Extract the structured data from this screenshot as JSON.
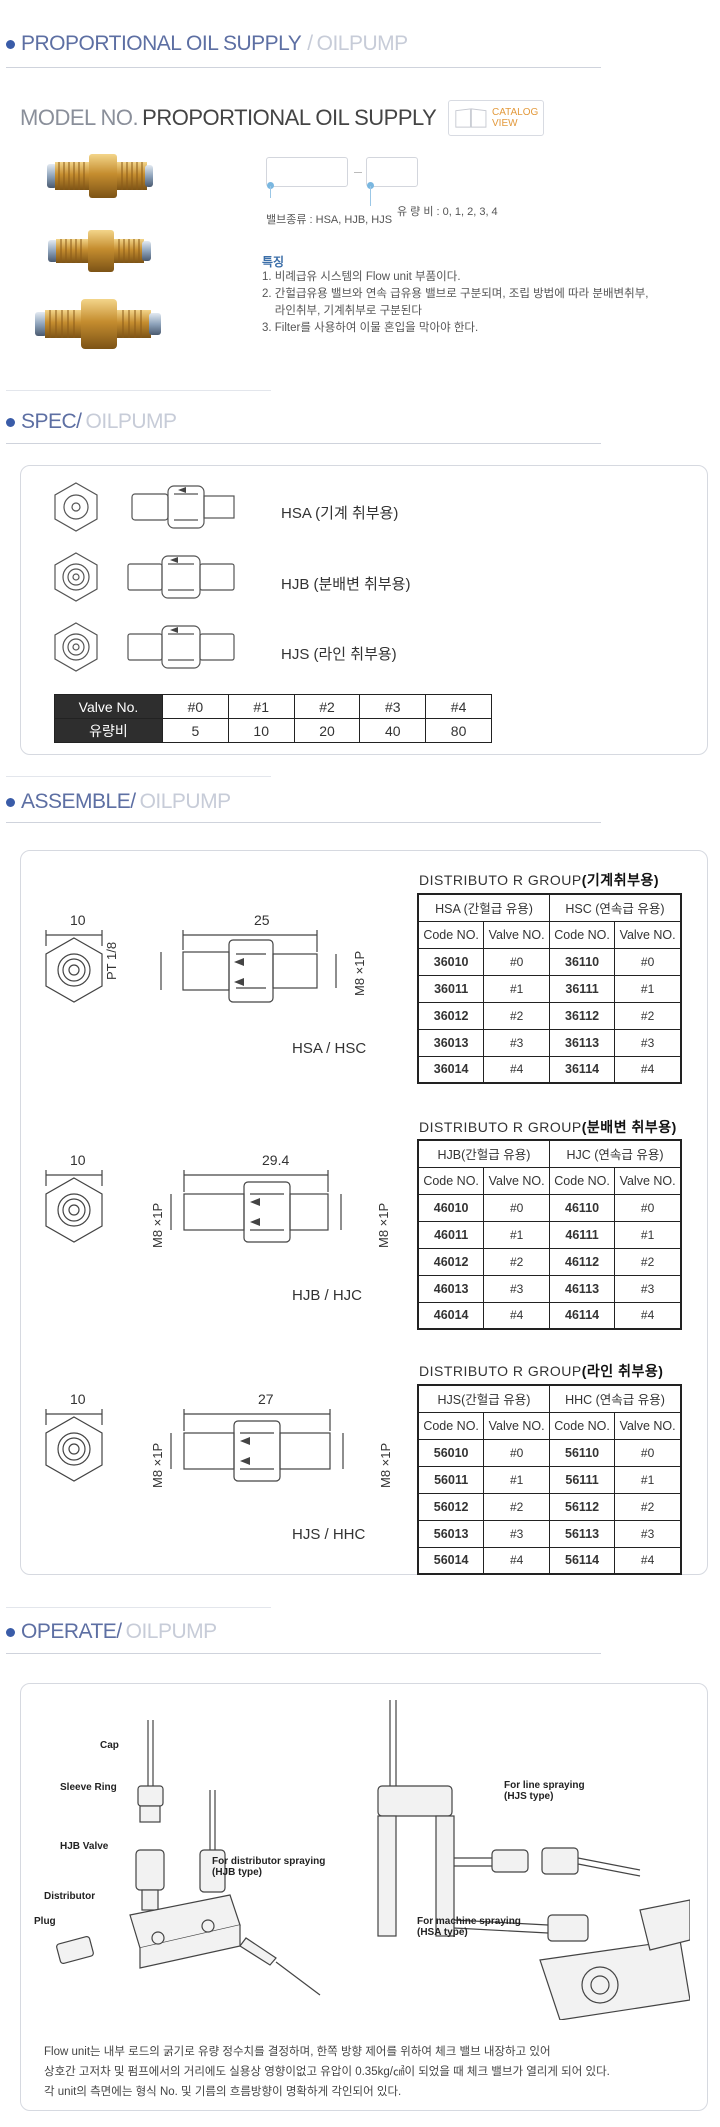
{
  "header": {
    "title_main": "PROPORTIONAL OIL SUPPLY",
    "title_sep": "/",
    "title_sub": "OILPUMP"
  },
  "model": {
    "label": "MODEL NO.",
    "value": "PROPORTIONAL OIL SUPPLY",
    "catalog_line1": "CATALOG",
    "catalog_line2": "VIEW"
  },
  "code_legend": {
    "flow_ratio": "유 량 비 : 0, 1, 2, 3, 4",
    "valve_types": "밸브종류 : HSA, HJB, HJS"
  },
  "features": {
    "title": "특징",
    "items": [
      "1. 비례급유 시스템의 Flow unit 부품이다.",
      "2. 간헐급유용 밸브와 연속 급유용 밸브로 구분되며, 조립 방법에 따라 분배변취부,",
      "    라인취부, 기계취부로 구분된다",
      "3. Filter를 사용하여 이물 혼입을 막아야 한다."
    ]
  },
  "spec": {
    "title_main": "SPEC/",
    "title_sub": "OILPUMP",
    "items": [
      {
        "label": "HSA (기계 취부용)"
      },
      {
        "label": "HJB (분배변 취부용)"
      },
      {
        "label": "HJS (라인 취부용)"
      }
    ],
    "table": {
      "row1_head": "Valve No.",
      "row1": [
        "#0",
        "#1",
        "#2",
        "#3",
        "#4"
      ],
      "row2_head": "유량비",
      "row2": [
        "5",
        "10",
        "20",
        "40",
        "80"
      ]
    }
  },
  "assemble": {
    "title_main": "ASSEMBLE/",
    "title_sub": "OILPUMP",
    "groups": [
      {
        "title_prefix": "DISTRIBUTO R GROUP",
        "title_suffix": "(기계취부용)",
        "left_head": "HSA (간헐급 유용)",
        "right_head": "HSC (연속급 유용)",
        "col_code": "Code NO.",
        "col_valve": "Valve NO.",
        "rows": [
          [
            "36010",
            "#0",
            "36110",
            "#0"
          ],
          [
            "36011",
            "#1",
            "36111",
            "#1"
          ],
          [
            "36012",
            "#2",
            "36112",
            "#2"
          ],
          [
            "36013",
            "#3",
            "36113",
            "#3"
          ],
          [
            "36014",
            "#4",
            "36114",
            "#4"
          ]
        ],
        "caption": "HSA / HSC",
        "dim_hex": "10",
        "dim_len": "25",
        "dim_left": "PT 1/8",
        "dim_right": "M8 ×1P"
      },
      {
        "title_prefix": "DISTRIBUTO R GROUP",
        "title_suffix": "(분배변 취부용)",
        "left_head": "HJB(간헐급 유용)",
        "right_head": "HJC (연속급 유용)",
        "col_code": "Code NO.",
        "col_valve": "Valve NO.",
        "rows": [
          [
            "46010",
            "#0",
            "46110",
            "#0"
          ],
          [
            "46011",
            "#1",
            "46111",
            "#1"
          ],
          [
            "46012",
            "#2",
            "46112",
            "#2"
          ],
          [
            "46013",
            "#3",
            "46113",
            "#3"
          ],
          [
            "46014",
            "#4",
            "46114",
            "#4"
          ]
        ],
        "caption": "HJB / HJC",
        "dim_hex": "10",
        "dim_len": "29.4",
        "dim_left": "M8 ×1P",
        "dim_right": "M8 ×1P"
      },
      {
        "title_prefix": "DISTRIBUTO R GROUP",
        "title_suffix": "(라인 취부용)",
        "left_head": "HJS(간헐급 유용)",
        "right_head": "HHC (연속급 유용)",
        "col_code": "Code NO.",
        "col_valve": "Valve NO.",
        "rows": [
          [
            "56010",
            "#0",
            "56110",
            "#0"
          ],
          [
            "56011",
            "#1",
            "56111",
            "#1"
          ],
          [
            "56012",
            "#2",
            "56112",
            "#2"
          ],
          [
            "56013",
            "#3",
            "56113",
            "#3"
          ],
          [
            "56014",
            "#4",
            "56114",
            "#4"
          ]
        ],
        "caption": "HJS / HHC",
        "dim_hex": "10",
        "dim_len": "27",
        "dim_left": "M8 ×1P",
        "dim_right": "M8 ×1P"
      }
    ]
  },
  "operate": {
    "title_main": "OPERATE/",
    "title_sub": "OILPUMP",
    "callouts": {
      "cap": "Cap",
      "sleeve": "Sleeve Ring",
      "hjb_valve": "HJB Valve",
      "distributor": "Distributor",
      "plug": "Plug",
      "dist_spray_1": "For distributor spraying",
      "dist_spray_2": "(HJB type)",
      "line_spray_1": "For line spraying",
      "line_spray_2": "(HJS type)",
      "machine_spray_1": "For machine spraying",
      "machine_spray_2": "(HSA type)"
    },
    "description": [
      "Flow unit는 내부 로드의 굵기로 유량 정수치를 결정하며, 한쪽 방향 제어를 위하여 체크 밸브 내장하고 있어",
      "상호간 고저차 및 펌프에서의 거리에도 실용상 영향이없고 유압이 0.35kg/㎠이 되었을 때 체크 밸브가 열리게 되어 있다.",
      "각 unit의 측면에는 형식 No. 및 기름의 흐름방향이 명확하게 각인되어 있다."
    ]
  },
  "colors": {
    "accent_blue": "#3a5ca8",
    "title_blue": "#5d6fa3",
    "title_gray": "#c7ccd8",
    "catalog_orange": "#e39a3d"
  }
}
